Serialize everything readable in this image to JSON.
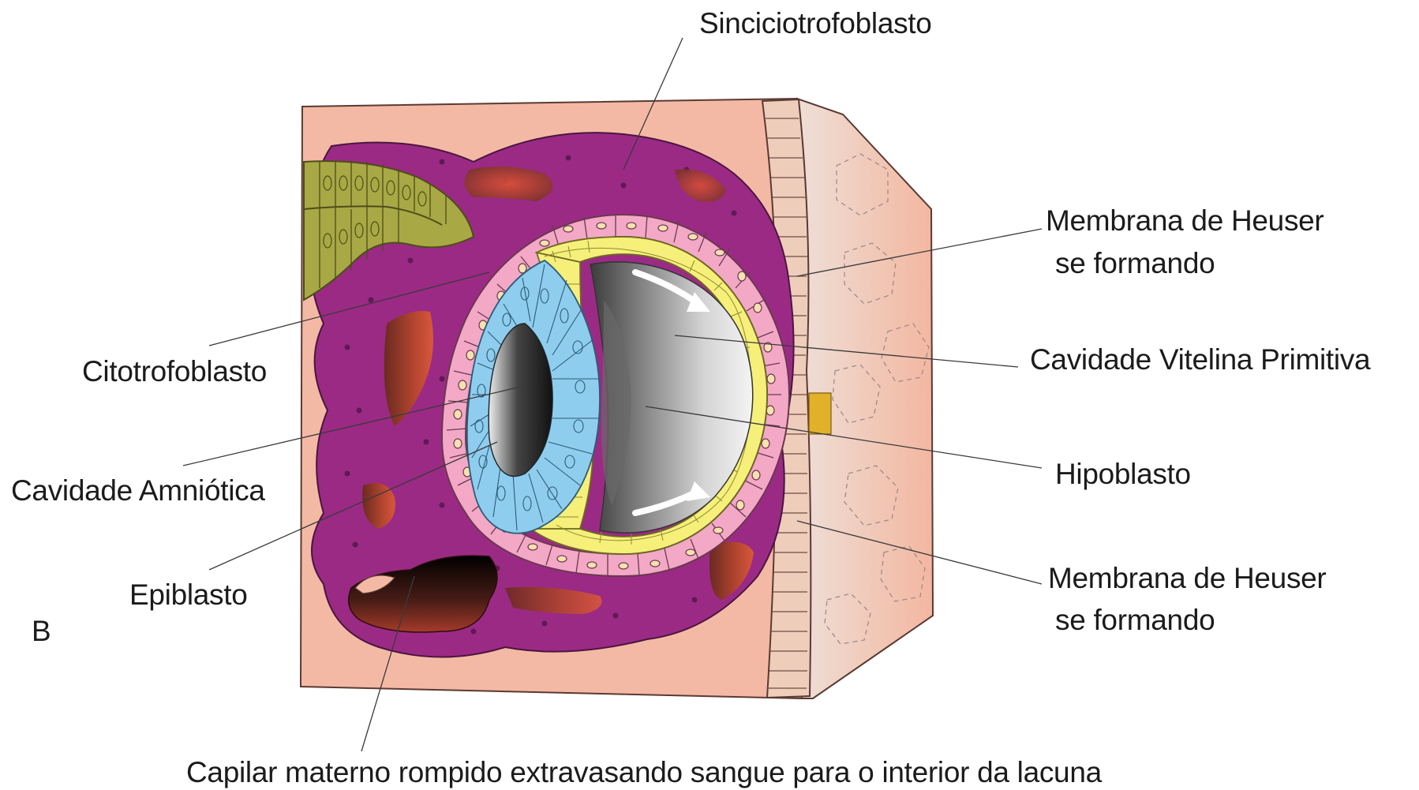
{
  "labels": {
    "sinciciotrofoblasto": "Sinciciotrofoblasto",
    "heuser_top_1": "Membrana de Heuser",
    "heuser_top_2": "se formando",
    "citotrofoblasto": "Citotrofoblasto",
    "cavidade_vitelina": "Cavidade Vitelina Primitiva",
    "hipoblasto": "Hipoblasto",
    "cavidade_amniotica": "Cavidade Amniótica",
    "heuser_bottom_1": "Membrana de Heuser",
    "heuser_bottom_2": "se formando",
    "epiblasto": "Epiblasto",
    "panel_letter": "B",
    "capilar": "Capilar materno rompido extravasando sangue para o interior da lacuna"
  },
  "colors": {
    "endometrium": "#f4b9a4",
    "syncytiotrophoblast": "#9b2a85",
    "cytotrophoblast": "#f3a8c6",
    "hypoblast": "#f6ef7a",
    "epiblast": "#8fcdee",
    "gland": "#a8a845",
    "blood": "#c8432c"
  }
}
